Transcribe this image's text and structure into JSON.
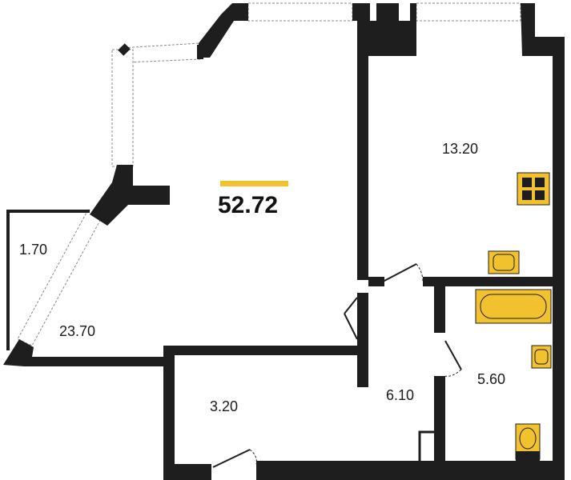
{
  "plan": {
    "total_area": "52.72",
    "accent_color": "#F2C12E",
    "wall_color": "#1E1E1E",
    "rooms": [
      {
        "id": "kitchen",
        "area": "13.20"
      },
      {
        "id": "living-room",
        "area": "23.70"
      },
      {
        "id": "balcony",
        "area": "1.70"
      },
      {
        "id": "hallway",
        "area": "6.10"
      },
      {
        "id": "bathroom",
        "area": "5.60"
      },
      {
        "id": "storage",
        "area": "3.20"
      }
    ],
    "fixtures": [
      "stove-icon",
      "kitchen-sink-icon",
      "bathtub-icon",
      "washbasin-icon",
      "toilet-icon"
    ]
  }
}
